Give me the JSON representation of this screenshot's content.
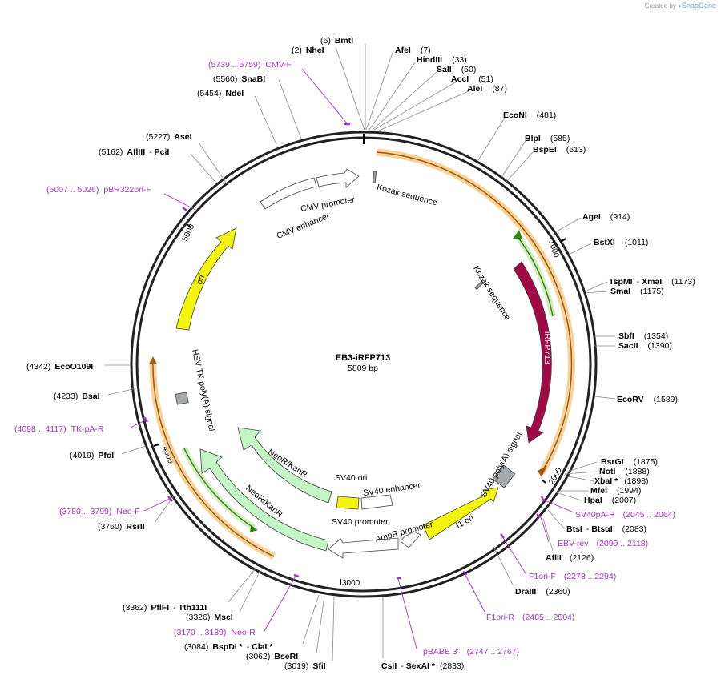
{
  "credit": {
    "prefix": "Created by",
    "brand": "SnapGene"
  },
  "plasmid": {
    "name": "EB3-iRFP713",
    "size": "5809 bp",
    "length": 5809
  },
  "ticks": [
    {
      "label": "1000",
      "bp": 1000
    },
    {
      "label": "2000",
      "bp": 2000
    },
    {
      "label": "3000",
      "bp": 3000
    },
    {
      "label": "4000",
      "bp": 4000
    },
    {
      "label": "5000",
      "bp": 5000
    }
  ],
  "features": [
    {
      "name": "CMV enhancer",
      "color": "#ffffff"
    },
    {
      "name": "CMV promoter",
      "color": "#ffffff"
    },
    {
      "name": "Kozak sequence",
      "color": "#9e9e9e"
    },
    {
      "name": "Kozak sequence",
      "color": "#9e9e9e"
    },
    {
      "name": "iRFP713",
      "color": "#a10a45"
    },
    {
      "name": "SV40 poly(A) signal",
      "color": "#a4a9ae"
    },
    {
      "name": "f1 ori",
      "color": "#f4f40e"
    },
    {
      "name": "AmpR promoter",
      "color": "#ffffff"
    },
    {
      "name": "SV40 promoter",
      "color": "#ffffff"
    },
    {
      "name": "SV40 enhancer",
      "color": "#ffffff"
    },
    {
      "name": "SV40 ori",
      "color": "#f4f40e"
    },
    {
      "name": "NeoR/KanR",
      "color": "#c4f5c4"
    },
    {
      "name": "NeoR/KanR",
      "color": "#c4f5c4"
    },
    {
      "name": "HSV TK poly(A) signal",
      "color": "#a4a9ae"
    },
    {
      "name": "ori",
      "color": "#f4f40e"
    }
  ],
  "enzymes": [
    {
      "name": "BmtI",
      "pos": "(6)"
    },
    {
      "name": "NheI",
      "pos": "(2)"
    },
    {
      "name": "AfeI",
      "pos": "(7)"
    },
    {
      "name": "HindIII",
      "pos": "(33)"
    },
    {
      "name": "SalI",
      "pos": "(50)"
    },
    {
      "name": "AccI",
      "pos": "(51)"
    },
    {
      "name": "AleI",
      "pos": "(87)"
    },
    {
      "name": "SnaBI",
      "pos": "(5560)"
    },
    {
      "name": "NdeI",
      "pos": "(5454)"
    },
    {
      "name": "AseI",
      "pos": "(5227)"
    },
    {
      "name": "AflIII",
      "name2": "PciI",
      "pos": "(5162)"
    },
    {
      "name": "EcoNI",
      "pos": "(481)"
    },
    {
      "name": "BlpI",
      "pos": "(585)"
    },
    {
      "name": "BspEI",
      "pos": "(613)"
    },
    {
      "name": "AgeI",
      "pos": "(914)"
    },
    {
      "name": "BstXI",
      "pos": "(1011)"
    },
    {
      "name": "TspMI",
      "name2": "XmaI",
      "pos": "(1173)"
    },
    {
      "name": "SmaI",
      "pos": "(1175)"
    },
    {
      "name": "SbfI",
      "pos": "(1354)"
    },
    {
      "name": "SacII",
      "pos": "(1390)"
    },
    {
      "name": "EcoRV",
      "pos": "(1589)"
    },
    {
      "name": "BsrGI",
      "pos": "(1875)"
    },
    {
      "name": "NotI",
      "pos": "(1888)"
    },
    {
      "name": "XbaI *",
      "pos": "(1898)"
    },
    {
      "name": "MfeI",
      "pos": "(1994)"
    },
    {
      "name": "HpaI",
      "pos": "(2007)"
    },
    {
      "name": "BtsI",
      "name2": "BtsαI",
      "pos": "(2083)"
    },
    {
      "name": "AflII",
      "pos": "(2126)"
    },
    {
      "name": "DraIII",
      "pos": "(2360)"
    },
    {
      "name": "CsiI",
      "name2": "SexAI *",
      "pos": "(2833)"
    },
    {
      "name": "SfiI",
      "pos": "(3019)"
    },
    {
      "name": "BseRI",
      "pos": "(3062)"
    },
    {
      "name": "BspDI *",
      "name2": "ClaI *",
      "pos": "(3084)"
    },
    {
      "name": "MscI",
      "pos": "(3326)"
    },
    {
      "name": "PflFI",
      "name2": "Tth111I",
      "pos": "(3362)"
    },
    {
      "name": "RsrII",
      "pos": "(3760)"
    },
    {
      "name": "PfoI",
      "pos": "(4019)"
    },
    {
      "name": "BsaI",
      "pos": "(4233)"
    },
    {
      "name": "EcoO109I",
      "pos": "(4342)"
    }
  ],
  "primers": [
    {
      "name": "CMV-F",
      "pos": "(5739 .. 5759)"
    },
    {
      "name": "pBR322ori-F",
      "pos": "(5007 .. 5026)"
    },
    {
      "name": "SV40pA-R",
      "pos": "(2045 .. 2064)"
    },
    {
      "name": "EBV-rev",
      "pos": "(2099 .. 2118)"
    },
    {
      "name": "F1ori-F",
      "pos": "(2273 .. 2294)"
    },
    {
      "name": "F1ori-R",
      "pos": "(2485 .. 2504)"
    },
    {
      "name": "pBABE 3'",
      "pos": "(2747 .. 2767)"
    },
    {
      "name": "Neo-R",
      "pos": "(3170 .. 3189)"
    },
    {
      "name": "Neo-F",
      "pos": "(3780 .. 3799)"
    },
    {
      "name": "TK-pA-R",
      "pos": "(4098 .. 4117)"
    }
  ]
}
